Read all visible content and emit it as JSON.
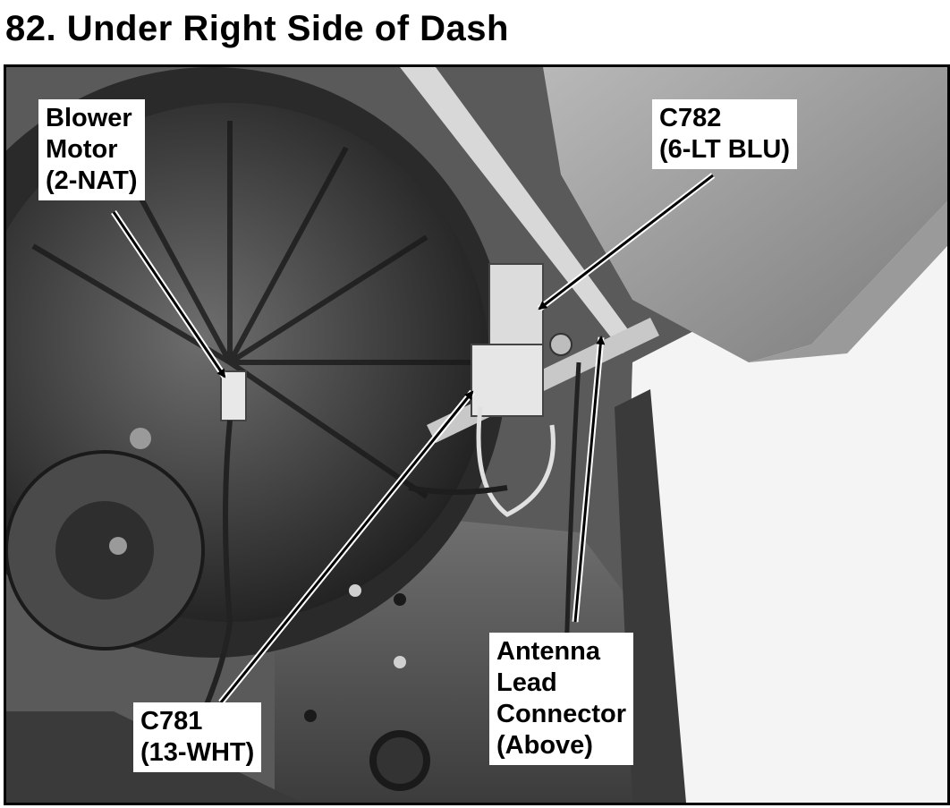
{
  "title": "82. Under Right Side of Dash",
  "callouts": {
    "blower_motor": [
      "Blower",
      "Motor",
      "(2-NAT)"
    ],
    "c782": [
      "C782",
      "(6-LT BLU)"
    ],
    "c781": [
      "C781",
      "(13-WHT)"
    ],
    "antenna": [
      "Antenna",
      "Lead",
      "Connector",
      "(Above)"
    ]
  }
}
